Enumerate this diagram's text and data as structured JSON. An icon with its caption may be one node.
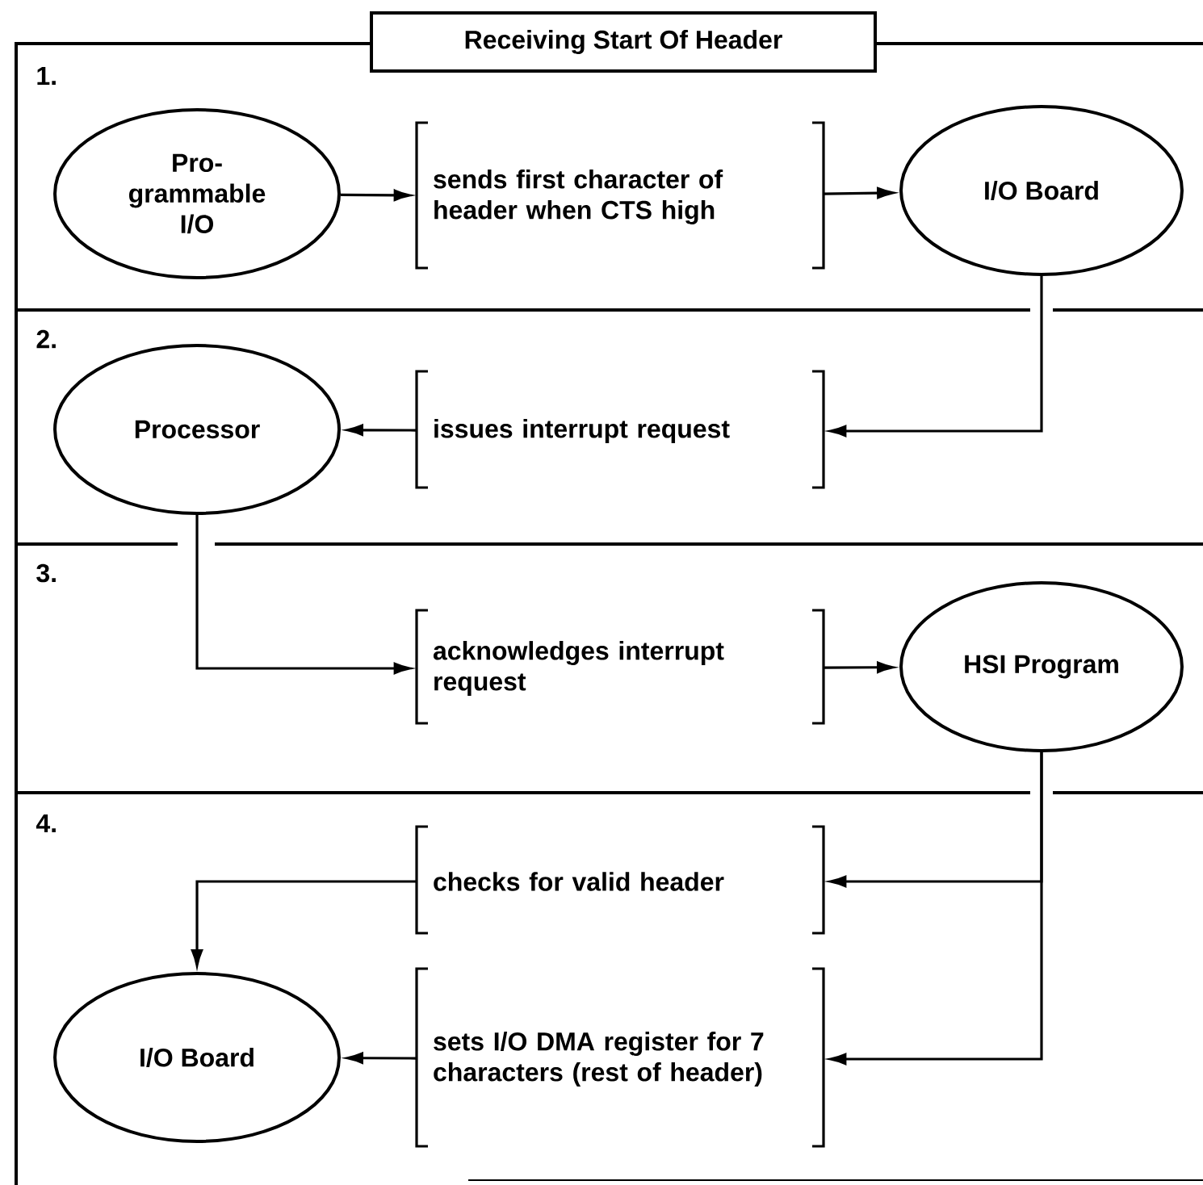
{
  "diagram": {
    "title": "Receiving Start Of Header",
    "nodes": [
      {
        "text": [
          "Pro-grammable I/O"
        ]
      },
      {
        "text": [
          "sends first character of header when CTS high"
        ]
      },
      {
        "text": [
          "I/O Board"
        ]
      },
      {
        "text": [
          "Processor"
        ]
      },
      {
        "text": [
          "issues interrupt request"
        ]
      },
      {
        "text": [
          "acknowledges interrupt request"
        ]
      },
      {
        "text": [
          "HSI Program"
        ]
      },
      {
        "text": [
          "checks for valid header"
        ]
      },
      {
        "text": [
          "I/O Board"
        ]
      },
      {
        "text": [
          "sets I/O DMA register for 7 characters (rest of header)"
        ]
      }
    ],
    "edges": [
      {
        "from": 0,
        "to": 1,
        "arrow": "to"
      },
      {
        "from": 1,
        "to": 2,
        "arrow": "to"
      },
      {
        "from": 2,
        "to": 4,
        "arrow": "to"
      },
      {
        "from": 4,
        "to": 3,
        "arrow": "to"
      },
      {
        "from": 3,
        "to": 5,
        "arrow": "to"
      },
      {
        "from": 5,
        "to": 6,
        "arrow": "to"
      },
      {
        "from": 6,
        "to": 7,
        "arrow": "to"
      },
      {
        "from": 6,
        "to": 9,
        "arrow": "to"
      },
      {
        "from": 7,
        "to": 8,
        "arrow": "to"
      },
      {
        "from": 9,
        "to": 8,
        "arrow": "to"
      }
    ],
    "labels": [
      "1.",
      "2.",
      "3.",
      "4."
    ]
  }
}
